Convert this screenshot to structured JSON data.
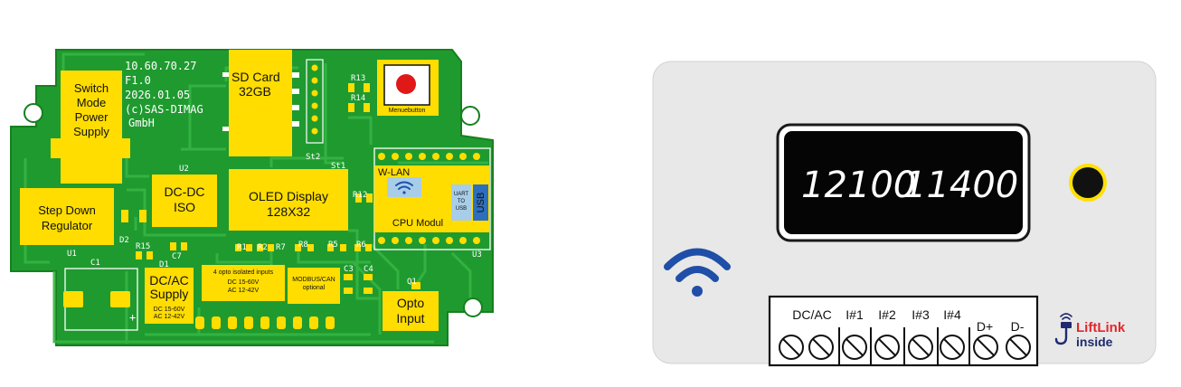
{
  "pcb": {
    "info_lines": [
      "10.60.70.27",
      "F1.0",
      "2026.01.05",
      "(c)SAS-DIMAG",
      "GmbH"
    ],
    "smps": [
      "Switch",
      "Mode",
      "Power",
      "Supply"
    ],
    "stepdown": [
      "Step Down",
      "Regulator"
    ],
    "dcdc": [
      "DC-DC",
      "ISO"
    ],
    "sdcard": [
      "SD Card",
      "32GB"
    ],
    "oled": [
      "OLED Display",
      "128X32"
    ],
    "cpu": {
      "wlan": "W-LAN",
      "label": "CPU Modul",
      "uart": [
        "UART",
        "TO",
        "USB"
      ],
      "usb": "USB"
    },
    "menubutton": "Menuebutton",
    "dcac": {
      "title": [
        "DC/AC",
        "Supply"
      ],
      "specs": [
        "DC 15-60V",
        "AC 12-42V"
      ]
    },
    "opto_inputs": {
      "title": "4 opto isolated inputs",
      "specs": [
        "DC 15-60V",
        "AC 12-42V"
      ]
    },
    "modbus": [
      "MODBUS/CAN",
      "optional"
    ],
    "opto": [
      "Opto",
      "Input"
    ],
    "refs": [
      "R13",
      "R14",
      "St2",
      "St1",
      "U2",
      "R12",
      "U3",
      "U1",
      "D2",
      "R15",
      "C1",
      "C7",
      "D1",
      "R1",
      "R2",
      "R7",
      "R8",
      "R5",
      "R6",
      "C3",
      "C4",
      "Q1"
    ],
    "colors": {
      "board": "#1f9a2f",
      "trace": "#33b040",
      "module": "#ffdd00",
      "button": "#e01818"
    }
  },
  "device": {
    "display_left": "12100",
    "display_right": "11400",
    "terminals": [
      "DC/AC",
      "I#1",
      "I#2",
      "I#3",
      "I#4",
      "D+",
      "D-"
    ],
    "brand": [
      "LiftLink",
      "inside"
    ],
    "icons": [
      "wifi-icon",
      "led-indicator",
      "liftlink-hook-icon"
    ],
    "colors": {
      "case": "#e8e8e8",
      "display": "#050505",
      "wifi": "#1f4fa8",
      "brand": "#e3262d",
      "led": "#ffe000"
    }
  }
}
